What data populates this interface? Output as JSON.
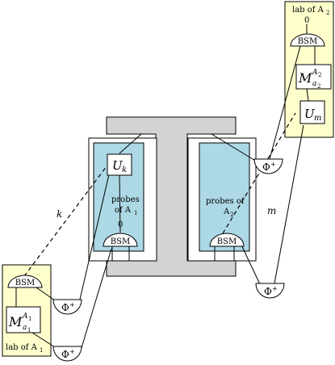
{
  "colors": {
    "lab_fill": "#ffffcc",
    "probe_fill": "#add8e6",
    "frame_fill": "#d3d3d3",
    "stroke": "#000000"
  },
  "labels": {
    "lab_A1": "lab of A",
    "lab_A1_sub": "1",
    "lab_A2": "lab of A",
    "lab_A2_sub": "2",
    "probes_A1_line1": "probes",
    "probes_A1_line2": "of A",
    "probes_A1_sub": "1",
    "probes_A2_line1": "probes of",
    "probes_A2_line2": "A",
    "probes_A2_sub": "2",
    "bsm": "BSM",
    "phi_plus": "Φ",
    "phi_plus_sup": "+",
    "zero_A1": "0",
    "zero_A2": "0",
    "unitary_k": "U",
    "unitary_k_sub": "k",
    "unitary_m": "U",
    "unitary_m_sub": "m",
    "measure_A1": "M",
    "measure_A1_sup": "A",
    "measure_A1_sup_sub": "1",
    "measure_A1_sub": "a",
    "measure_A1_sub_sub": "1",
    "measure_A2": "M",
    "measure_A2_sup": "A",
    "measure_A2_sup_sub": "2",
    "measure_A2_sub": "a",
    "measure_A2_sub_sub": "2",
    "wire_k": "k",
    "wire_m": "m"
  }
}
